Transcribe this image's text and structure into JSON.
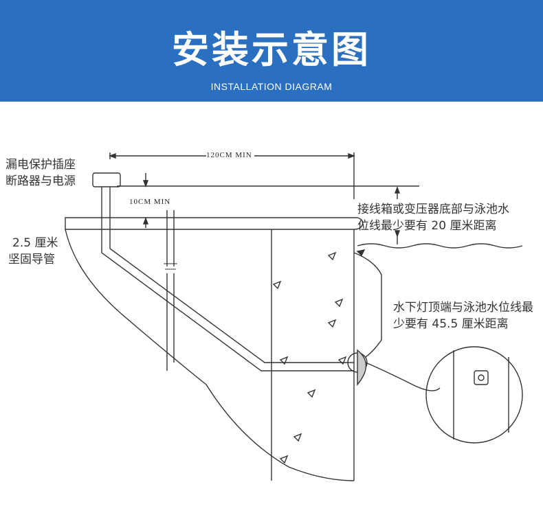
{
  "header": {
    "title": "安装示意图",
    "subtitle": "INSTALLATION DIAGRAM",
    "background_color": "#2b6fc0"
  },
  "diagram": {
    "dimension_120": "120CM MIN",
    "dimension_10": "10CM MIN",
    "label_socket": [
      "漏电保护插座",
      "断路器与电源"
    ],
    "label_conduit": [
      "2.5 厘米",
      "坚固导管"
    ],
    "label_junction": [
      "接线箱或变压器底部与泳池水",
      "位线最少要有 20 厘米距离"
    ],
    "label_light": [
      "水下灯顶端与泳池水位线最",
      "少要有 45.5 厘米距离"
    ]
  }
}
